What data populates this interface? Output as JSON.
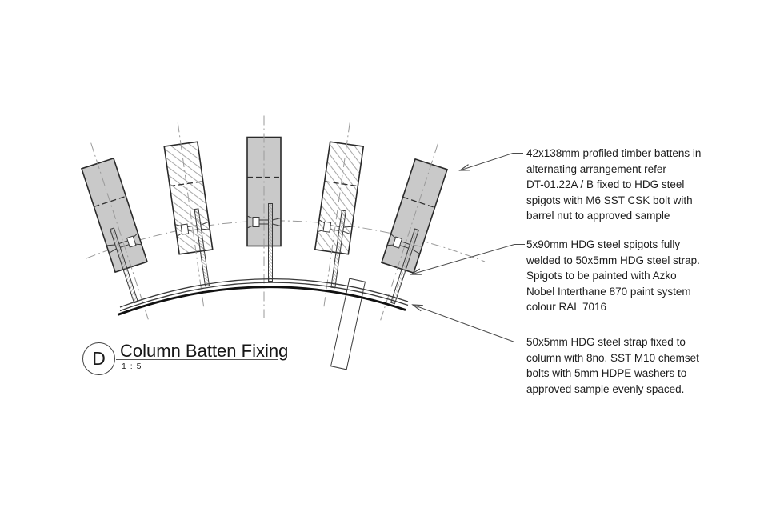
{
  "title_block": {
    "detail_letter": "D",
    "title": "Column Batten Fixing",
    "scale": "1 : 5"
  },
  "annotations": [
    {
      "id": "batten-note",
      "lines": [
        "42x138mm profiled timber battens in",
        "alternating arrangement refer",
        "DT-01.22A / B fixed to HDG steel",
        "spigots with M6 SST CSK bolt with",
        "barrel nut to approved sample"
      ]
    },
    {
      "id": "spigot-note",
      "lines": [
        "5x90mm HDG steel spigots fully",
        "welded to 50x5mm HDG steel strap.",
        "Spigots to be painted with Azko",
        "Nobel Interthane 870 paint system",
        "colour RAL 7016"
      ]
    },
    {
      "id": "strap-note",
      "lines": [
        "50x5mm HDG steel strap fixed to",
        "column with 8no. SST M10 chemset",
        "bolts with 5mm HDPE washers to",
        "approved sample evenly spaced."
      ]
    }
  ],
  "colors": {
    "background": "#ffffff",
    "batten_fill": "#c9c9c9",
    "outline": "#2a2a2a",
    "centerline": "#9a9a9a",
    "text": "#1c1c1c"
  }
}
